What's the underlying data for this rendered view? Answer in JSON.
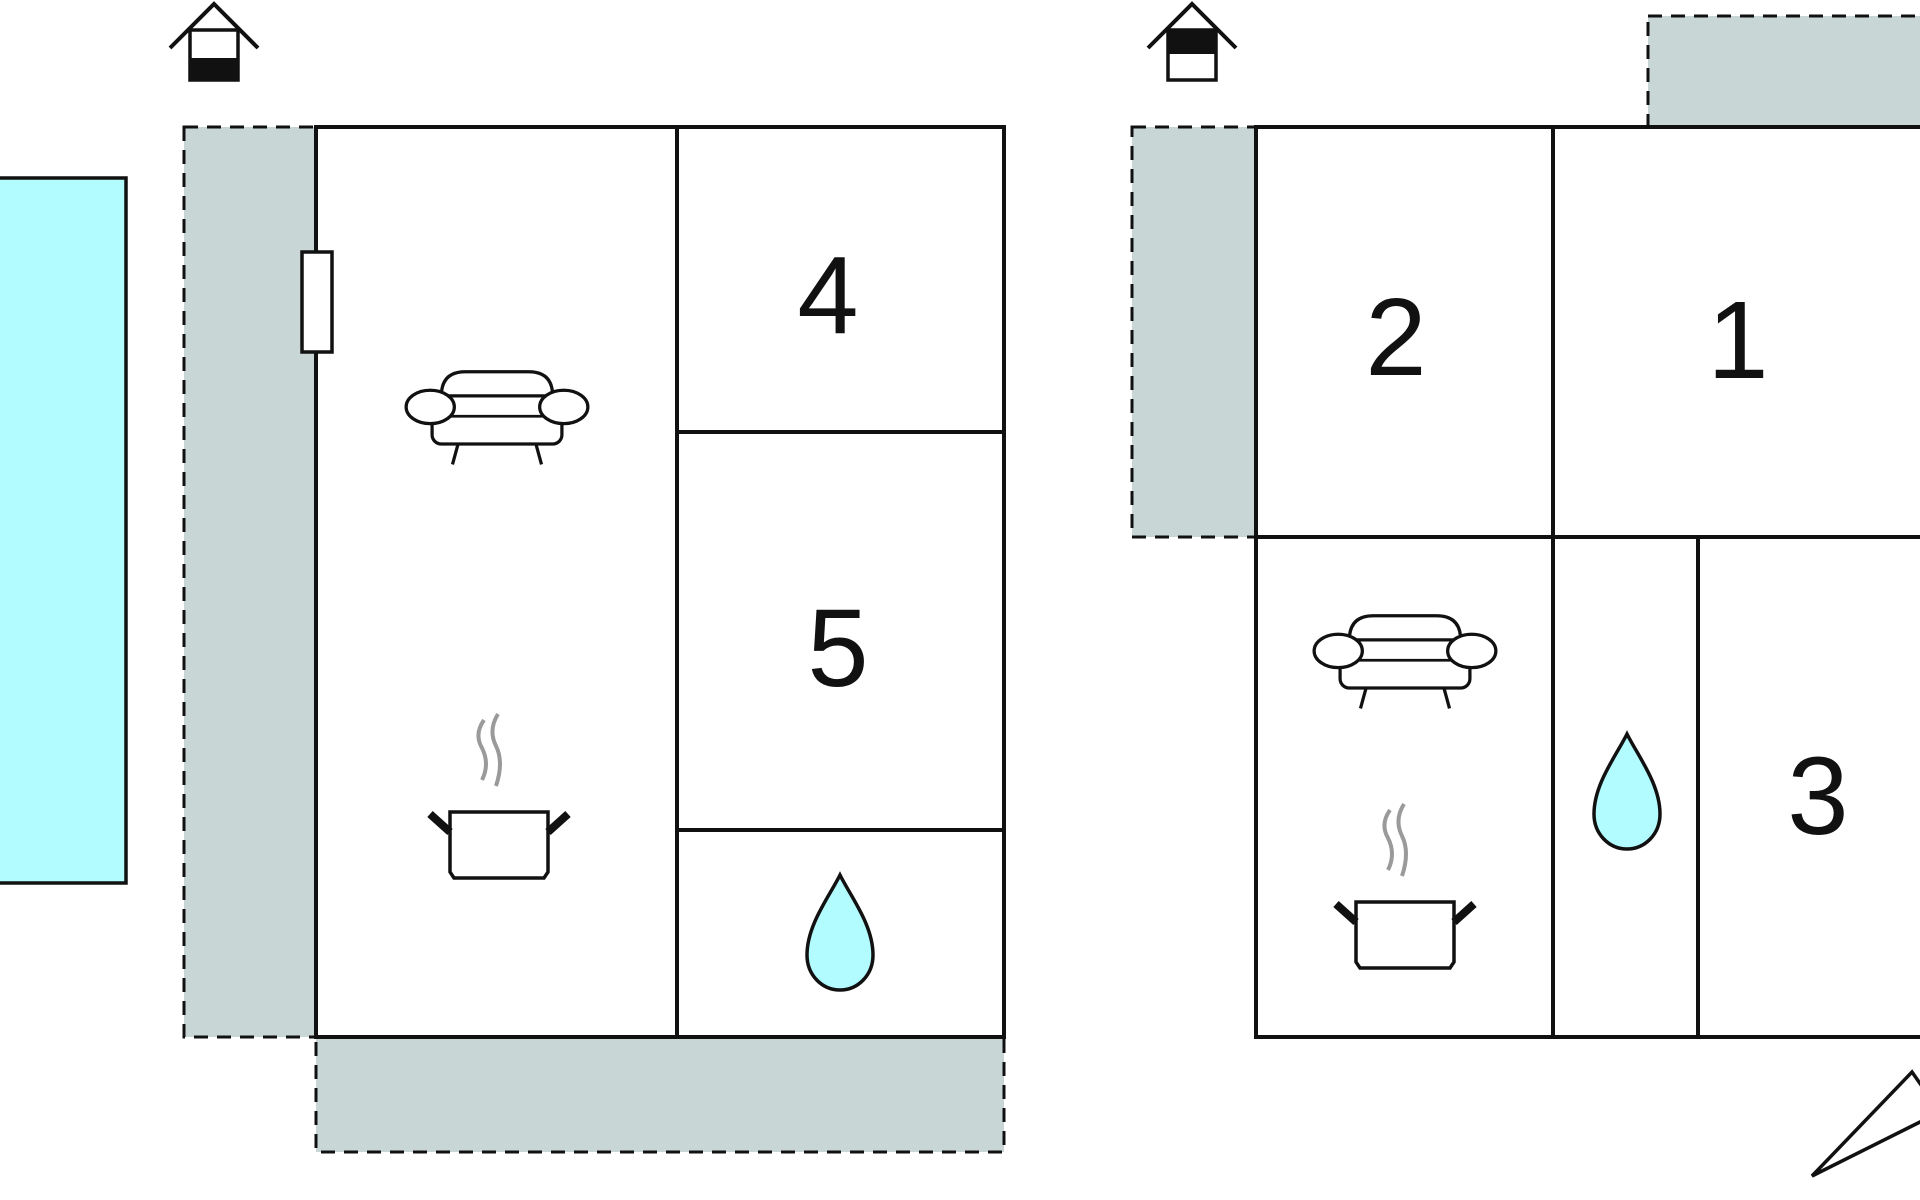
{
  "plans": [
    {
      "floor_icon": "house-lower-floor-icon",
      "rooms": [
        {
          "label": "4"
        },
        {
          "label": "5"
        }
      ],
      "icons": [
        "sofa-icon",
        "cooking-pot-icon",
        "water-drop-icon",
        "door-icon"
      ]
    },
    {
      "floor_icon": "house-upper-floor-icon",
      "rooms": [
        {
          "label": "2"
        },
        {
          "label": "1"
        },
        {
          "label": "3"
        }
      ],
      "icons": [
        "sofa-icon",
        "cooking-pot-icon",
        "water-drop-icon",
        "compass-north-arrow-icon"
      ]
    }
  ],
  "colors": {
    "wall": "#111111",
    "terrace": "#c8d6d6",
    "pool": "#b2fcff",
    "water": "#b2fcff",
    "steam": "#9a9a9a"
  }
}
